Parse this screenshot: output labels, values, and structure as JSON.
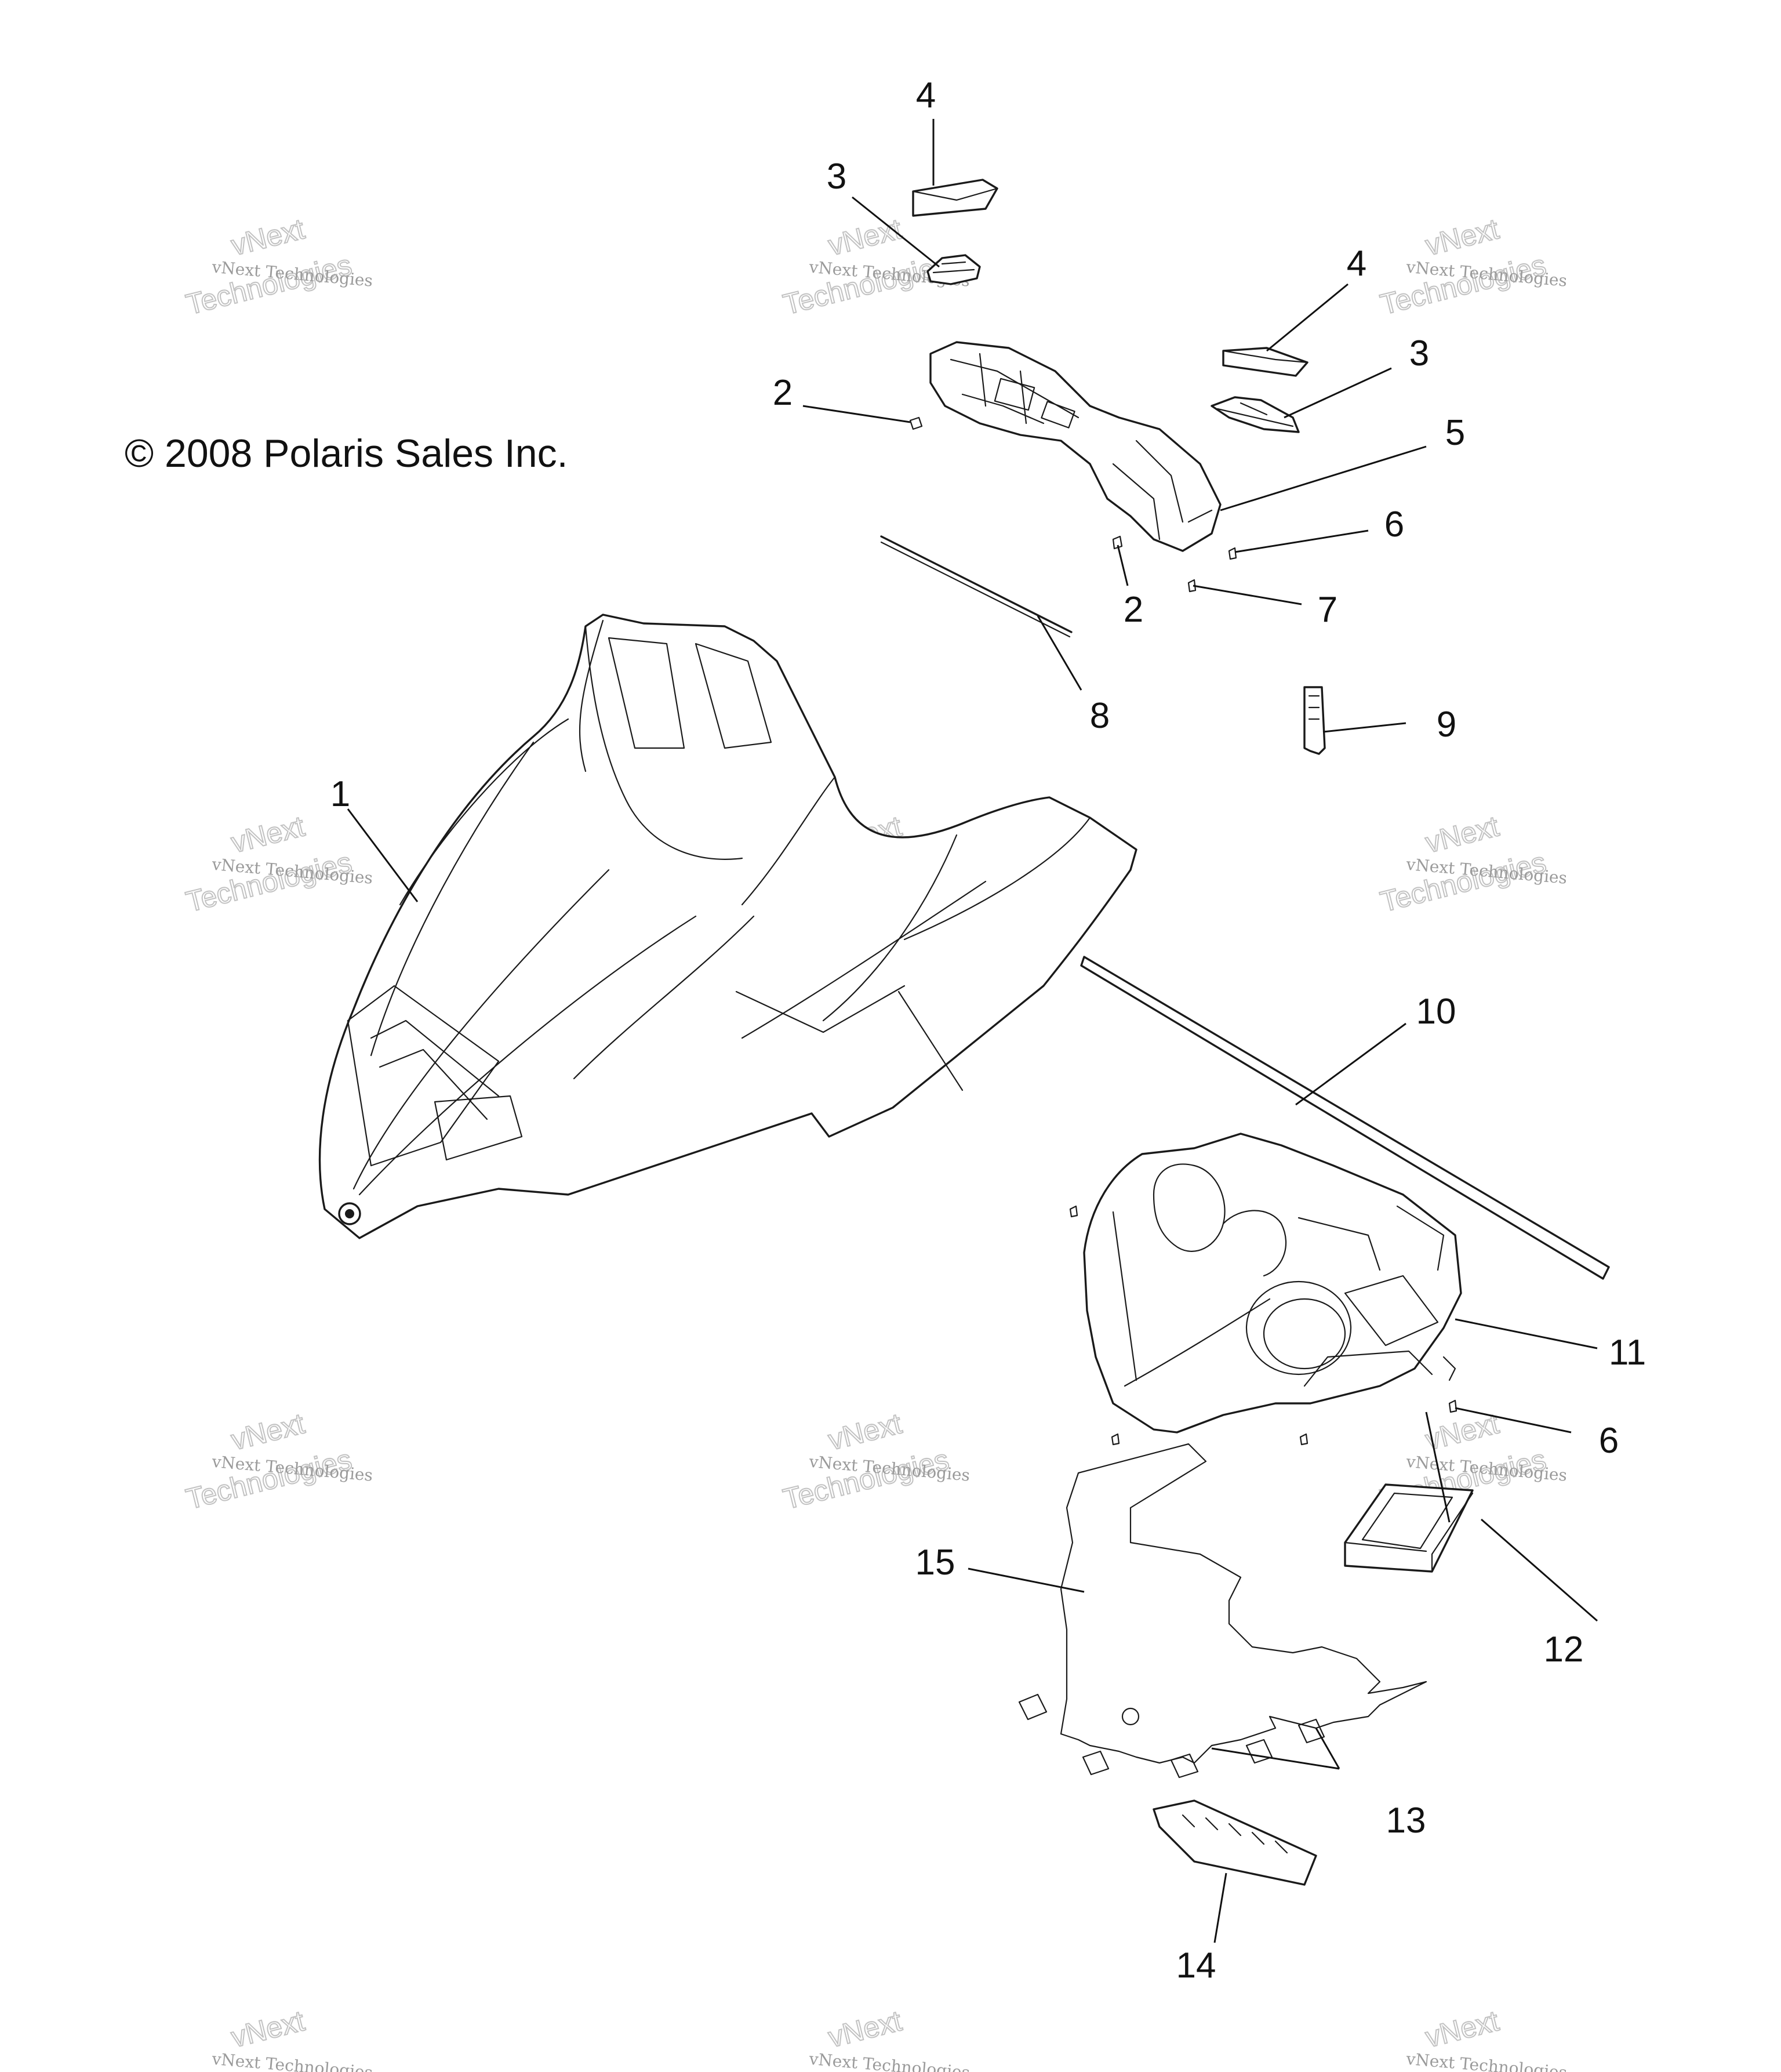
{
  "copyright": "© 2008 Polaris Sales Inc.",
  "watermark": {
    "line1": "vNext Technologies",
    "line2a": "vNext",
    "line2b": "Technologies"
  },
  "callouts": [
    {
      "id": "c4a",
      "text": "4"
    },
    {
      "id": "c3a",
      "text": "3"
    },
    {
      "id": "c4b",
      "text": "4"
    },
    {
      "id": "c3b",
      "text": "3"
    },
    {
      "id": "c2a",
      "text": "2"
    },
    {
      "id": "c5",
      "text": "5"
    },
    {
      "id": "c6a",
      "text": "6"
    },
    {
      "id": "c2b",
      "text": "2"
    },
    {
      "id": "c7",
      "text": "7"
    },
    {
      "id": "c8",
      "text": "8"
    },
    {
      "id": "c9",
      "text": "9"
    },
    {
      "id": "c1",
      "text": "1"
    },
    {
      "id": "c10",
      "text": "10"
    },
    {
      "id": "c11",
      "text": "11"
    },
    {
      "id": "c6b",
      "text": "6"
    },
    {
      "id": "c15",
      "text": "15"
    },
    {
      "id": "c12",
      "text": "12"
    },
    {
      "id": "c13",
      "text": "13"
    },
    {
      "id": "c14",
      "text": "14"
    }
  ]
}
